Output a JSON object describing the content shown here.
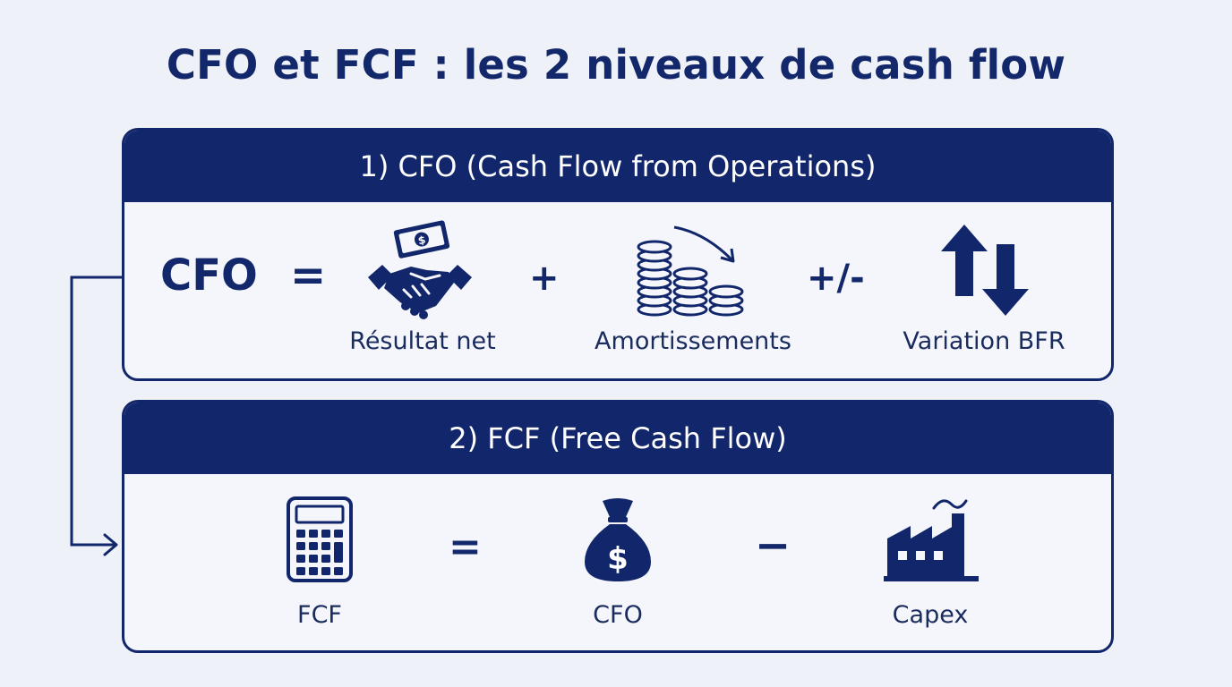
{
  "title": "CFO et FCF : les 2 niveaux de cash flow",
  "colors": {
    "navy": "#12266b",
    "background": "#eef1f8",
    "panel_background": "#f4f6fb"
  },
  "section_cfo": {
    "header": "1) CFO (Cash Flow from Operations)",
    "lhs": "CFO",
    "equals": "=",
    "plus": "+",
    "plus_minus": "+/-",
    "items": [
      {
        "icon": "handshake-money-icon",
        "label": "Résultat net"
      },
      {
        "icon": "coin-stacks-down-icon",
        "label": "Amortissements"
      },
      {
        "icon": "up-down-arrows-icon",
        "label": "Variation BFR"
      }
    ]
  },
  "section_fcf": {
    "header": "2) FCF (Free Cash Flow)",
    "equals": "=",
    "minus": "−",
    "items": [
      {
        "icon": "calculator-icon",
        "label": "FCF"
      },
      {
        "icon": "money-bag-icon",
        "label": "CFO"
      },
      {
        "icon": "factory-icon",
        "label": "Capex"
      }
    ]
  }
}
